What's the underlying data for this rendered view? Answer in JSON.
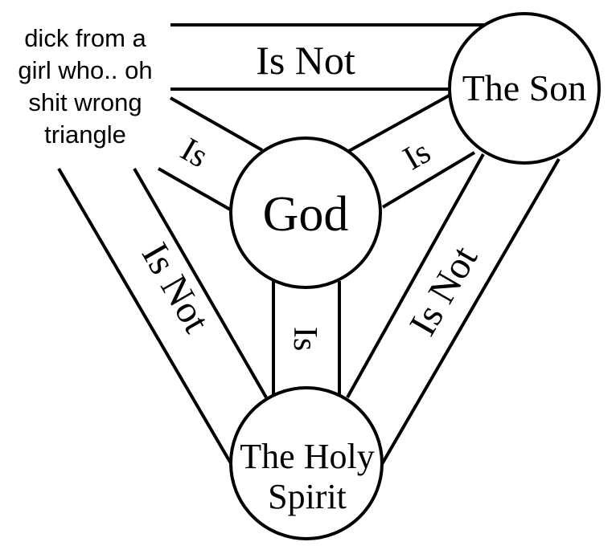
{
  "caption": {
    "lines": [
      "dick from a",
      "girl who.. oh",
      "shit wrong",
      "triangle"
    ]
  },
  "nodes": {
    "god": "God",
    "son": "The Son",
    "spirit_line1": "The Holy",
    "spirit_line2": "Spirit"
  },
  "edges": {
    "top": "Is Not",
    "left": "Is Not",
    "right": "Is Not",
    "god_to_son": "Is",
    "god_to_spirit": "Is",
    "god_to_father": "Is"
  },
  "colors": {
    "stroke": "#000000",
    "background": "#ffffff"
  }
}
